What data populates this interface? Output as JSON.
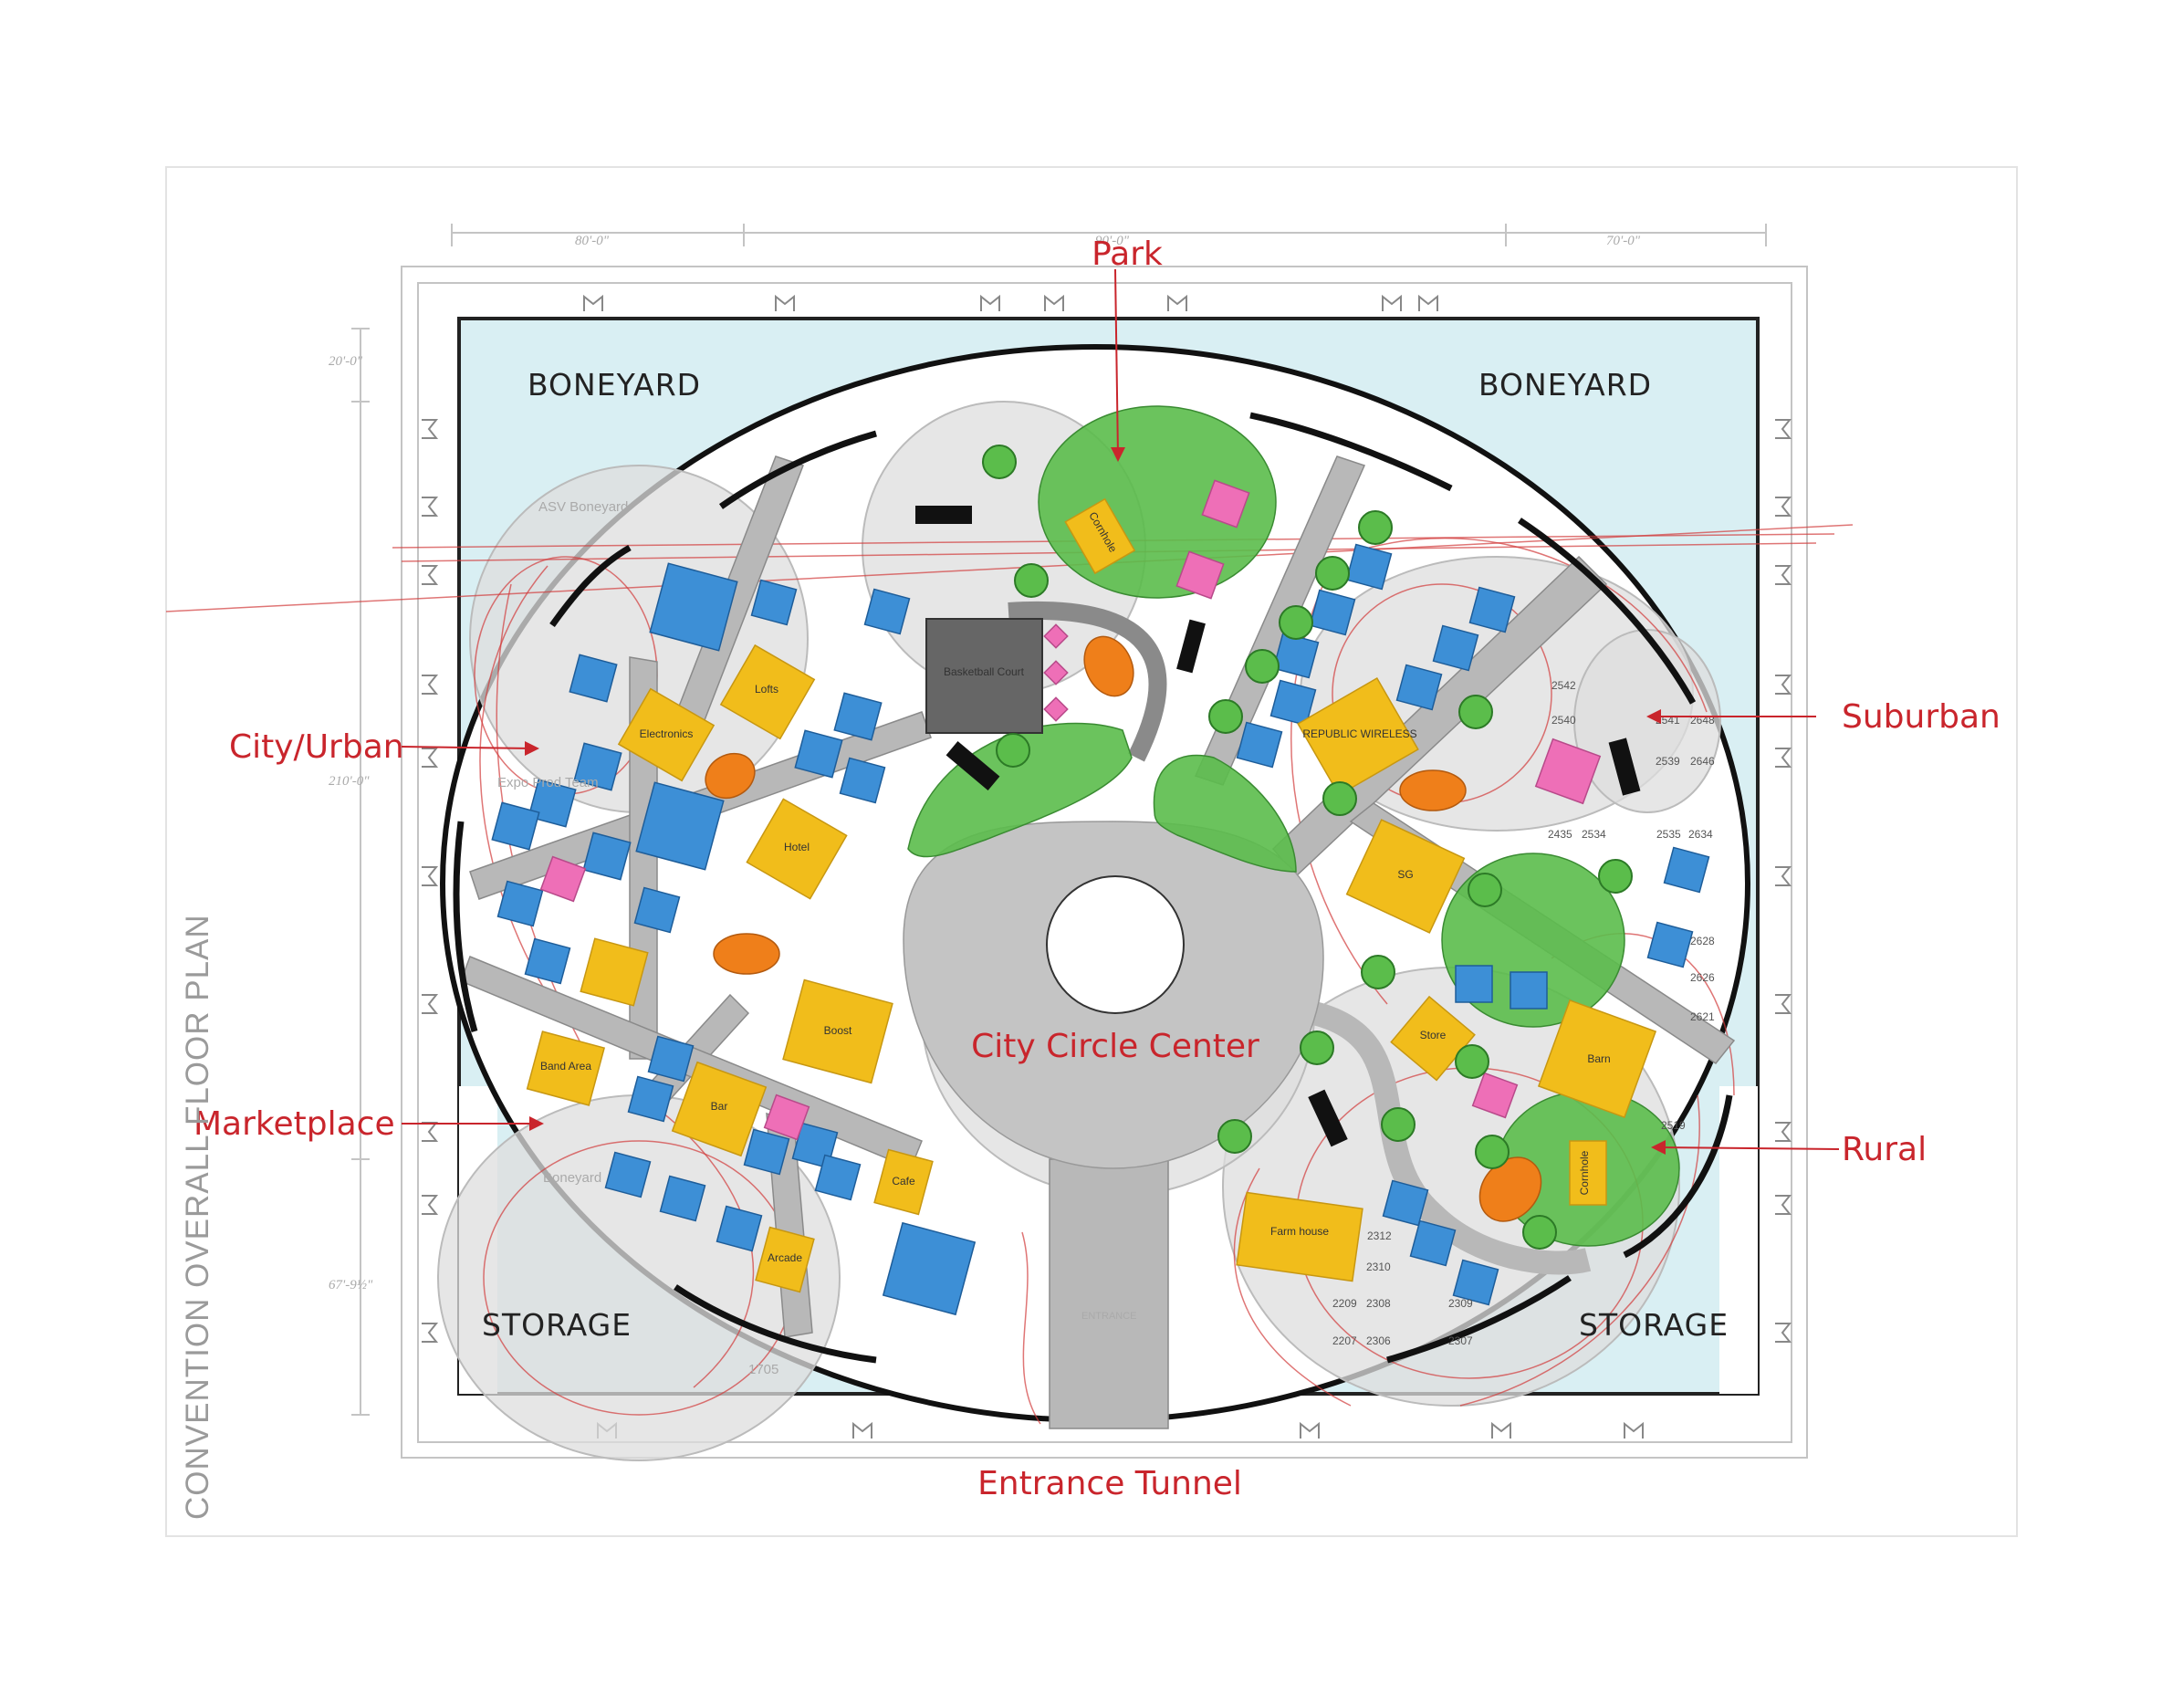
{
  "title": "CONVENTION OVERALL FLOOR PLAN",
  "callouts": {
    "park": "Park",
    "suburban": "Suburban",
    "city_urban": "City/Urban",
    "marketplace": "Marketplace",
    "rural": "Rural",
    "city_circle": "City Circle Center",
    "entrance_tunnel": "Entrance Tunnel"
  },
  "corners": {
    "boneyard_left": "BONEYARD",
    "boneyard_right": "BONEYARD",
    "storage_left": "STORAGE",
    "storage_right": "STORAGE"
  },
  "booths": {
    "lofts": "Lofts",
    "electronics": "Electronics",
    "hotel": "Hotel",
    "boost": "Boost",
    "band_area": "Band Area",
    "bar": "Bar",
    "cafe": "Cafe",
    "arcade": "Arcade",
    "basketball": "Basketball Court",
    "cornhole_park": "Cornhole",
    "republic": "REPUBLIC WIRELESS",
    "sg": "SG",
    "store": "Store",
    "barn": "Barn",
    "farm_house": "Farm house",
    "cornhole_rural": "Cornhole"
  },
  "dimensions": {
    "top_left": "80'-0\"",
    "top_mid": "90'-0\"",
    "top_right": "70'-0\"",
    "left_top": "20'-0\"",
    "left_mid": "210'-0\"",
    "left_bottom": "67'-9½\""
  },
  "faint_labels": {
    "asv_boneyard": "ASV Boneyard",
    "expo_team": "Expo Prod Team",
    "boneyard_small": "Boneyard",
    "entrance": "ENTRANCE",
    "num_1705": "1705"
  },
  "booth_numbers": [
    "2542",
    "2540",
    "2541",
    "2648",
    "2539",
    "2646",
    "2435",
    "2534",
    "2535",
    "2634",
    "2628",
    "2626",
    "2621",
    "2519",
    "2312",
    "2310",
    "2309",
    "2308",
    "2307",
    "2306",
    "2209",
    "2207"
  ],
  "colors": {
    "callout_red": "#c9252c",
    "boneyard_blue": "#d9eff3",
    "booth_blue": "#3d8fd6",
    "booth_yellow": "#f1bd1b",
    "booth_pink": "#ee6fb7",
    "booth_orange": "#ef7f1a",
    "park_green": "#5bbd4b",
    "court_grey": "#666666",
    "path_grey": "#b8b8b8"
  }
}
